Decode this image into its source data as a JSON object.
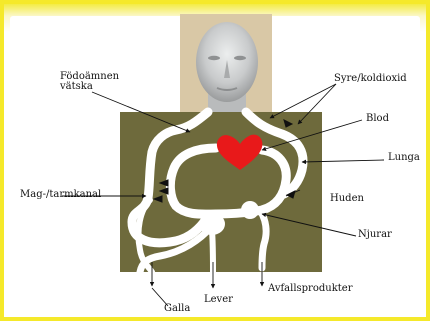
{
  "labels": {
    "fodoamnen_line1": "Födoämnen",
    "fodoamnen_line2": "vätska",
    "syre": "Syre/koldioxid",
    "blod": "Blod",
    "lunga": "Lunga",
    "mag": "Mag-/tarmkanal",
    "huden": "Huden",
    "njurar": "Njurar",
    "avfall": "Avfallsprodukter",
    "lever": "Lever",
    "galla": "Galla"
  },
  "colors": {
    "background_frame": "#f7ef3a",
    "body_box": "#6e6a3c",
    "channels": "#ffffff",
    "heart": "#e8191a",
    "head_backdrop": "#d9c8a6",
    "head_face": "#cfd1d2"
  },
  "icons": {
    "heart": "heart-icon",
    "head": "mannequin-head-icon"
  }
}
